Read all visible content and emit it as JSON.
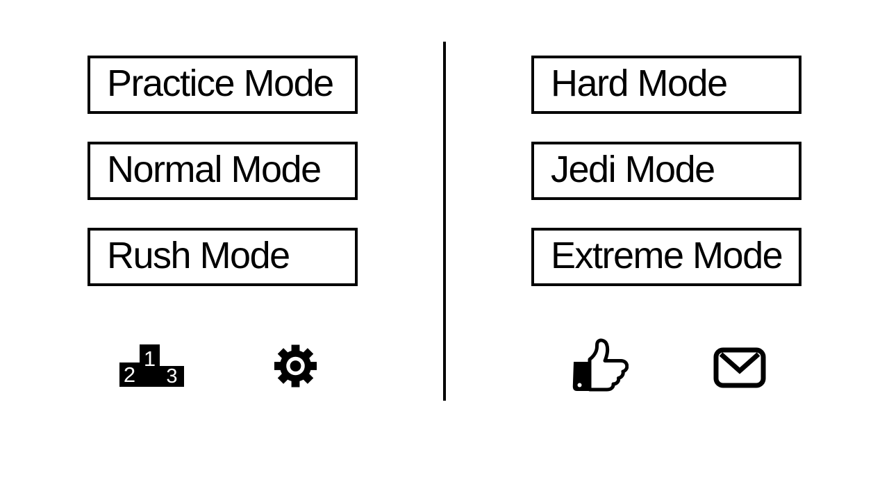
{
  "colors": {
    "background": "#ffffff",
    "ink": "#000000",
    "button_fill": "#ffffff"
  },
  "menus": {
    "left": [
      {
        "label": "Practice Mode"
      },
      {
        "label": "Normal Mode"
      },
      {
        "label": "Rush Mode"
      }
    ],
    "right": [
      {
        "label": "Hard Mode"
      },
      {
        "label": "Jedi Mode"
      },
      {
        "label": "Extreme Mode"
      }
    ]
  },
  "footer": {
    "leaderboard": {
      "icon": "podium-icon",
      "ranks": [
        "1",
        "2",
        "3"
      ]
    },
    "settings": {
      "icon": "gear-icon"
    },
    "like": {
      "icon": "thumbs-up-icon"
    },
    "mail": {
      "icon": "envelope-icon"
    }
  }
}
